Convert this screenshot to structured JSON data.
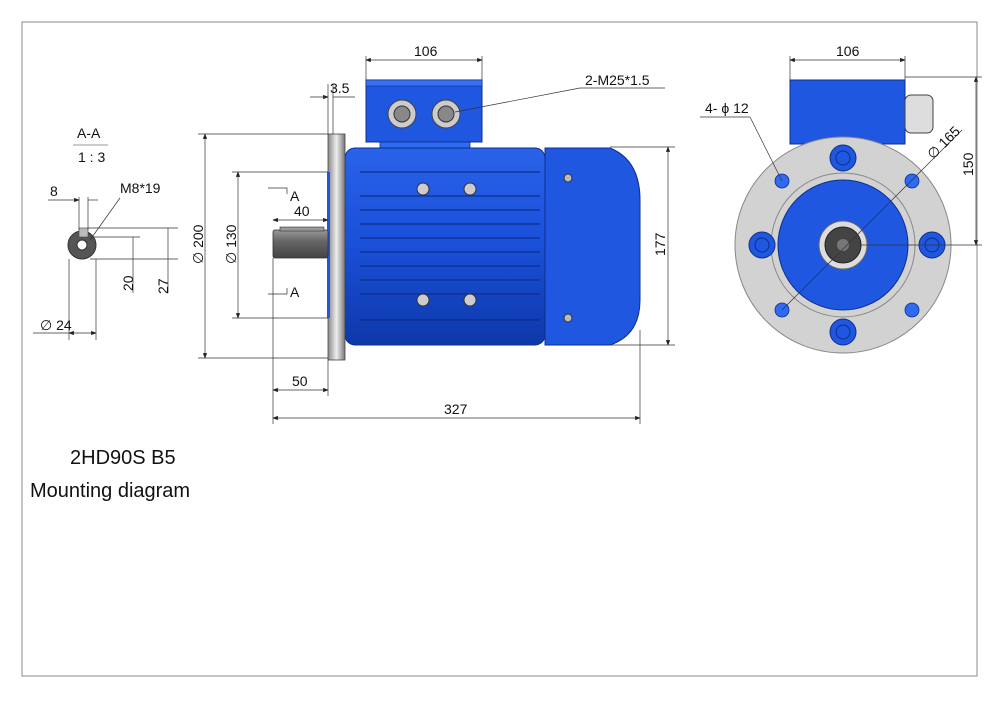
{
  "drawing": {
    "model": "2HD90S B5",
    "caption": "Mounting diagram"
  },
  "section_view": {
    "title": "A-A",
    "scale": "1 : 3",
    "key_width": "8",
    "thread": "M8*19",
    "dim_20": "20",
    "dim_27": "27",
    "shaft_diameter": "∅ 24"
  },
  "side_view": {
    "terminal_box_width": "106",
    "flange_thickness": "3.5",
    "cable_gland": "2-M25*1.5",
    "flange_diameter": "∅ 200",
    "spigot_diameter": "∅ 130",
    "section_mark_top": "A",
    "section_mark_bottom": "A",
    "key_length": "40",
    "height": "177",
    "shaft_length": "50",
    "total_length": "327"
  },
  "front_view": {
    "terminal_box_width": "106",
    "holes": "4- ϕ 12",
    "pcd": "∅ 165",
    "center_height": "150"
  }
}
